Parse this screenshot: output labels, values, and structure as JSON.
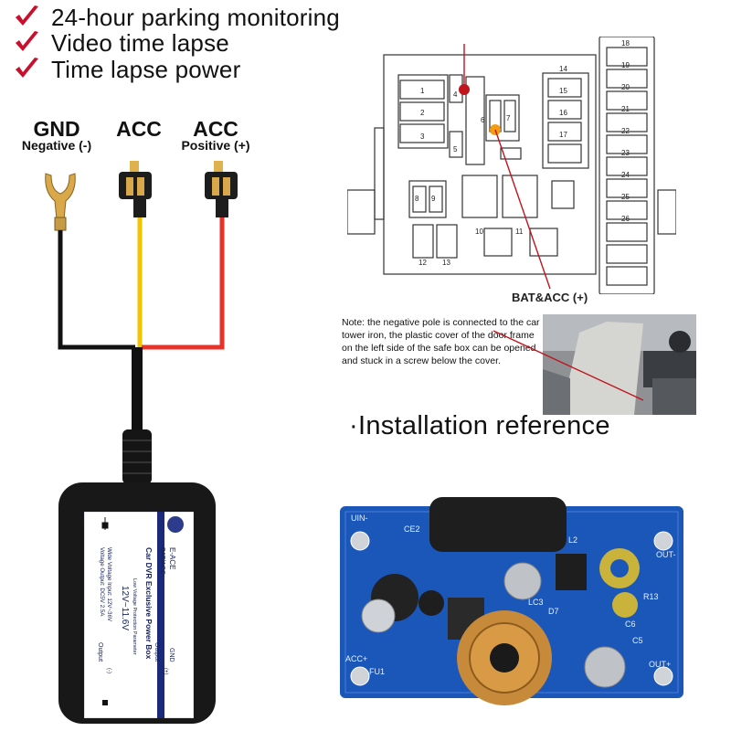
{
  "features": [
    "24-hour parking monitoring",
    "Video time lapse",
    "Time lapse power"
  ],
  "terminals": {
    "gnd": {
      "title": "GND",
      "sub": "Negative (-)"
    },
    "acc": {
      "title": "ACC"
    },
    "acc_pos": {
      "title": "ACC",
      "sub": "Positive (+)"
    }
  },
  "fuse_diagram": {
    "label": "BAT&ACC (+)",
    "numbers": [
      "1",
      "2",
      "3",
      "4",
      "5",
      "6",
      "7",
      "8",
      "9",
      "10",
      "11",
      "12",
      "13",
      "14",
      "15",
      "16",
      "17",
      "18",
      "19",
      "20",
      "21",
      "22",
      "23",
      "24",
      "25",
      "26"
    ]
  },
  "note": "Note: the negative pole is connected to the car tower iron, the plastic cover of the door frame on the left side of the safe box can be opened and stuck in a screw below the cover.",
  "installation_heading": "·Installation reference",
  "power_box": {
    "brand": "E-ACE",
    "title": "Car DVR Exclusive Power Box",
    "spec_input": "Wide Voltage Input: 12V~36V",
    "spec_output": "Voltage Output: DC5V 2.5A",
    "protection_label": "Low Voltage Protection Parameter",
    "protection_value": "12V~11.6V",
    "bat_acc": "BAT/ACC",
    "gnd": "GND",
    "output_pos": "Output",
    "output_neg": "Output",
    "pos_sign": "(+)",
    "neg_sign": "(-)"
  },
  "pcb": {
    "labels": [
      "UIN-",
      "CE2",
      "L2",
      "OUT-",
      "ACC+",
      "FU1",
      "C5",
      "C6",
      "R13",
      "OUT+",
      "D7",
      "LC3"
    ]
  },
  "colors": {
    "check_red": "#c8102e",
    "wire_black": "#111111",
    "wire_yellow": "#f5c400",
    "wire_red": "#e8332a",
    "pcb_blue": "#1a57b8",
    "pointer_red": "#c0151c",
    "fuse_orange": "#f39c12"
  }
}
